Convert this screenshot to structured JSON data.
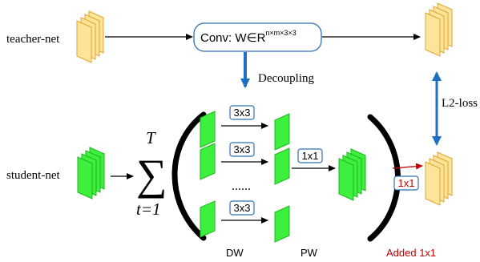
{
  "labels": {
    "teacher_net": "teacher-net",
    "student_net": "student-net",
    "conv_box": "Conv: W∈R",
    "conv_superscript": "n×m×3×3",
    "decoupling": "Decoupling",
    "l2_loss": "L2-loss",
    "dw": "DW",
    "pw": "PW",
    "added_1x1": "Added 1x1"
  },
  "sum": {
    "upper": "T",
    "lower": "t=1",
    "symbol": "∑"
  },
  "kernels": {
    "dw_rows": [
      "3x3",
      "3x3",
      "3x3"
    ],
    "ellipsis": "......",
    "pw_kernel": "1x1",
    "added_kernel": "1x1"
  },
  "colors": {
    "feature_yellow": "#fde49b",
    "feature_yellow_edge": "#e2a42c",
    "feature_green": "#3ef03e",
    "feature_green_edge": "#1fb51f",
    "box_border": "#2f6fb3",
    "blue_arrow": "#1f6fc4",
    "red": "#c00000",
    "black": "#000000"
  }
}
